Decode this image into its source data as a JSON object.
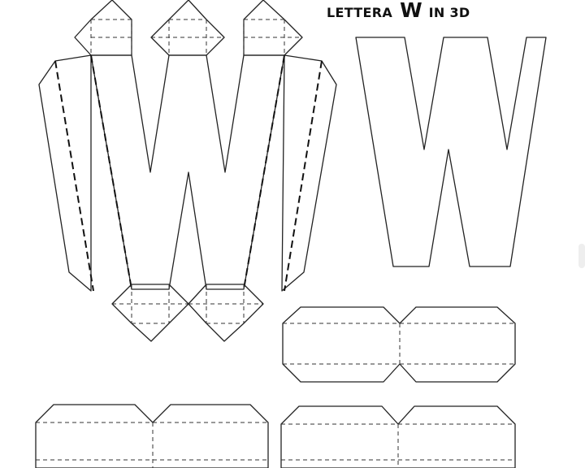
{
  "title": {
    "prefix": "LETTERA",
    "letter": "W",
    "suffix": "IN 3D"
  },
  "colors": {
    "background": "#ffffff",
    "line": "#222222"
  }
}
